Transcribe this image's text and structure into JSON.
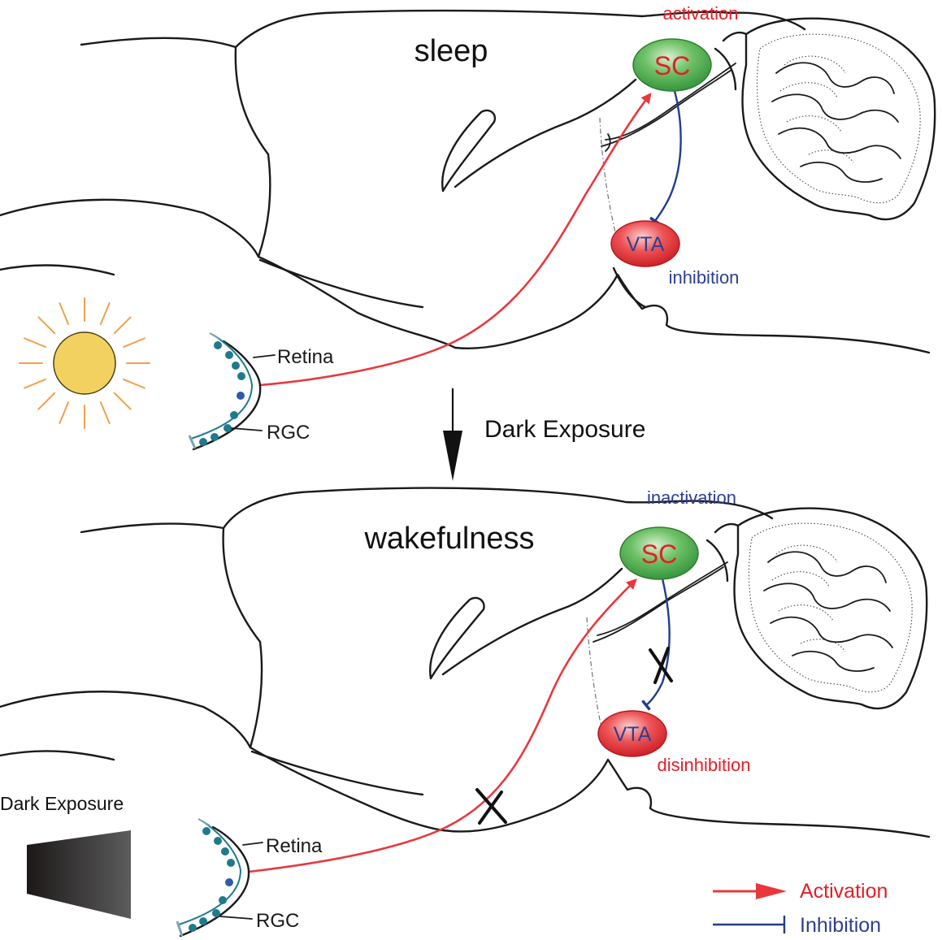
{
  "top": {
    "state_label": "sleep",
    "sc_label": "SC",
    "vta_label": "VTA",
    "sc_status": "activation",
    "vta_status": "inhibition",
    "retina_label": "Retina",
    "rgc_label": "RGC"
  },
  "transition": {
    "label": "Dark Exposure"
  },
  "bottom": {
    "state_label": "wakefulness",
    "sc_label": "SC",
    "vta_label": "VTA",
    "sc_status": "inactivation",
    "vta_status": "disinhibition",
    "retina_label": "Retina",
    "rgc_label": "RGC",
    "dark_label": "Dark Exposure"
  },
  "legend": {
    "activation": "Activation",
    "inhibition": "Inhibition"
  },
  "colors": {
    "activation": "#e8383d",
    "inhibition": "#213d8c",
    "sc_fill": "#5cb85c",
    "vta_fill": "#e8383d",
    "sun": "#f2d160",
    "sun_rays": "#f0a04b",
    "retina_cells": "#1f7a8c"
  },
  "icons": [
    "sun-icon",
    "dark-wedge-icon",
    "down-arrow-icon",
    "block-x-icon"
  ]
}
